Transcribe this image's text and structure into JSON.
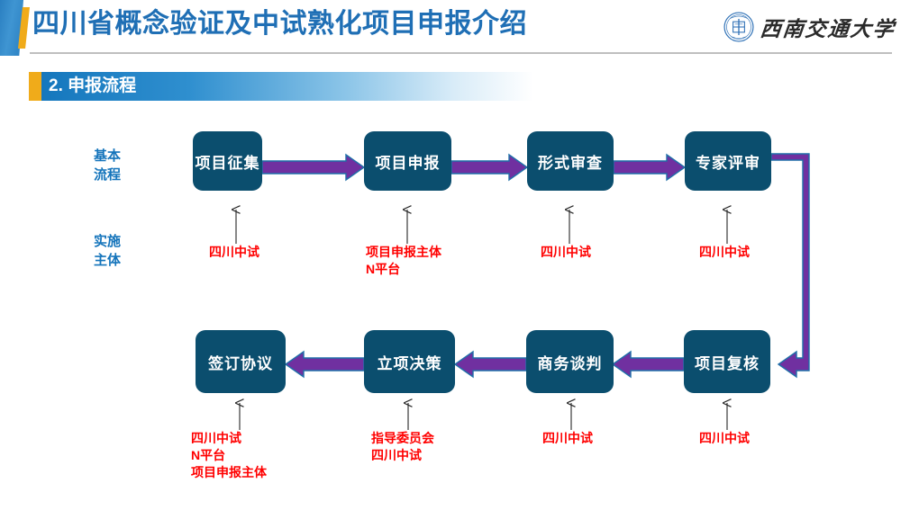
{
  "header": {
    "title": "四川省概念验证及中试熟化项目申报介绍",
    "logo_text": "西南交通大学",
    "logo_icon": "university-seal-icon"
  },
  "section": {
    "label": "2. 申报流程"
  },
  "diagram": {
    "row_labels": [
      {
        "name": "basic-process",
        "text": "基本\n流程"
      },
      {
        "name": "implementing-body",
        "text": "实施\n主体"
      }
    ],
    "nodes": [
      {
        "id": "n1",
        "label": "项目征集"
      },
      {
        "id": "n2",
        "label": "项目申报"
      },
      {
        "id": "n3",
        "label": "形式审查"
      },
      {
        "id": "n4",
        "label": "专家评审"
      },
      {
        "id": "n5",
        "label": "项目复核"
      },
      {
        "id": "n6",
        "label": "商务谈判"
      },
      {
        "id": "n7",
        "label": "立项决策"
      },
      {
        "id": "n8",
        "label": "签订协议"
      }
    ],
    "notes": [
      {
        "for": "n1",
        "text": "四川中试"
      },
      {
        "for": "n2",
        "text": "项目申报主体\nN平台"
      },
      {
        "for": "n3",
        "text": "四川中试"
      },
      {
        "for": "n4",
        "text": "四川中试"
      },
      {
        "for": "n5",
        "text": "四川中试"
      },
      {
        "for": "n6",
        "text": "四川中试"
      },
      {
        "for": "n7",
        "text": "指导委员会\n四川中试"
      },
      {
        "for": "n8",
        "text": "四川中试\nN平台\n项目申报主体"
      }
    ],
    "colors": {
      "node_fill": "#0b4e6e",
      "flow_arrow": "#7030a0",
      "flow_arrow_outline": "#1f6fa8",
      "note_text": "#ff0000",
      "row_label_text": "#1474bb",
      "annotation_arrow": "#262626"
    }
  }
}
